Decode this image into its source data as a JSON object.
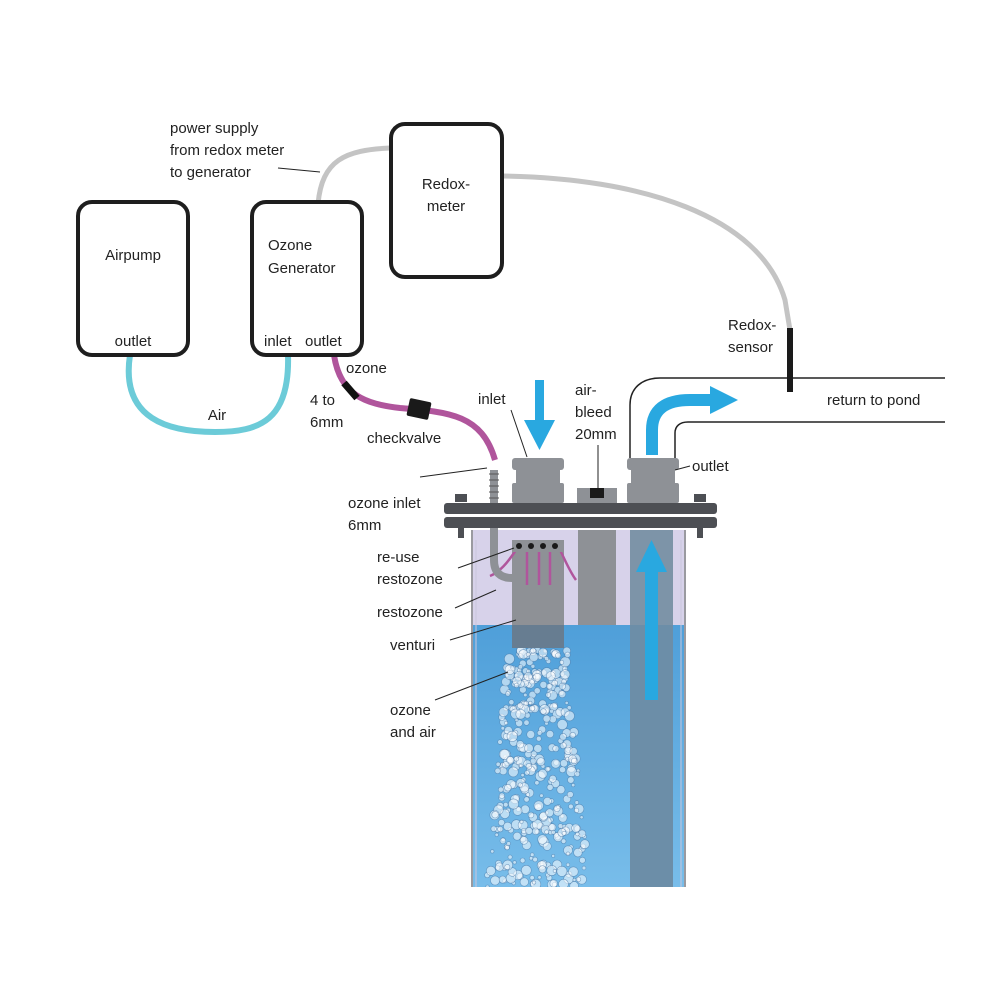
{
  "boxes": {
    "airpump": {
      "title": "Airpump",
      "outlet": "outlet"
    },
    "ozone_generator": {
      "title_line1": "Ozone",
      "title_line2": "Generator",
      "inlet": "inlet",
      "outlet": "outlet"
    },
    "redox_meter": {
      "title_line1": "Redox-",
      "title_line2": "meter"
    }
  },
  "labels": {
    "power_supply": [
      "power supply",
      "from redox meter",
      "to generator"
    ],
    "air": "Air",
    "ozone": "ozone",
    "tube_size": [
      "4 to",
      "6mm"
    ],
    "checkvalve": "checkvalve",
    "inlet": "inlet",
    "air_bleed": [
      "air-",
      "bleed",
      "20mm"
    ],
    "redox_sensor": [
      "Redox-",
      "sensor"
    ],
    "return_to_pond": "return to pond",
    "outlet": "outlet",
    "ozone_inlet": [
      "ozone inlet",
      "6mm"
    ],
    "re_use_restozone": [
      "re-use",
      "restozone"
    ],
    "restozone": "restozone",
    "venturi": "venturi",
    "ozone_and_air": [
      "ozone",
      "and air"
    ]
  },
  "colors": {
    "air_tube": "#6ccbd8",
    "ozone_tube": "#b0559c",
    "cable": "#c4c4c4",
    "flow_arrow": "#29a8e0",
    "water": "#5aa7dd",
    "air_space": "#d7d2ea",
    "flange": "#4d4f54",
    "fitting": "#8e9196",
    "outlet_pipe": "#6c8ea8",
    "box_border": "#1e1e1e"
  }
}
